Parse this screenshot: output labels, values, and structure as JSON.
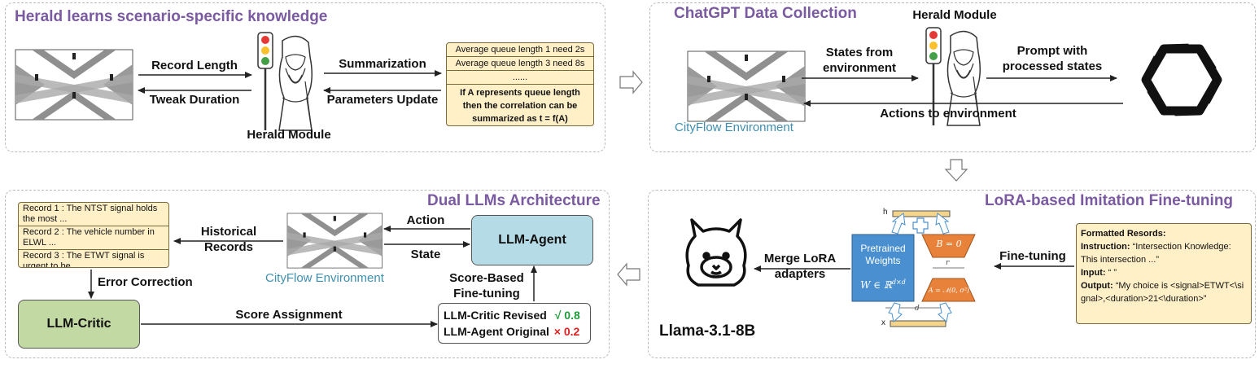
{
  "panel_herald": {
    "title": "Herald learns scenario-specific knowledge",
    "record_length": "Record Length",
    "tweak_duration": "Tweak Duration",
    "summarization": "Summarization",
    "parameters_update": "Parameters Update",
    "module_label": "Herald Module",
    "rules": [
      "Average queue length 1 need 2s",
      "Average queue length 3 need 8s",
      "......"
    ],
    "correlation": "If A represents queue length then the correlation can be summarized as t = f(A)"
  },
  "panel_chatgpt": {
    "title": "ChatGPT Data Collection",
    "module_label": "Herald Module",
    "states_from_env": "States from environment",
    "prompt": "Prompt with processed states",
    "actions": "Actions to environment",
    "env_label": "CityFlow Environment"
  },
  "panel_dual": {
    "title": "Dual LLMs Architecture",
    "records": [
      "Record 1 : The NTST signal holds the most ...",
      "Record 2 : The vehicle number in ELWL ...",
      "Record 3 : The ETWT signal is urgent to be..."
    ],
    "historical_records": "Historical Records",
    "action": "Action",
    "state": "State",
    "llm_agent": "LLM-Agent",
    "env_label": "CityFlow Environment",
    "error_correction": "Error Correction",
    "llm_critic": "LLM-Critic",
    "score_assignment": "Score Assignment",
    "score_based": "Score-Based Fine-tuning",
    "critic_revised": "LLM-Critic Revised",
    "critic_score": "√ 0.8",
    "agent_original": "LLM-Agent Original",
    "agent_score": "× 0.2"
  },
  "panel_lora": {
    "title": "LoRA-based Imitation Fine-tuning",
    "merge": "Merge LoRA adapters",
    "model_name": "Llama-3.1-8B",
    "pretrained": "Pretrained Weights",
    "weight_math": "W ∈ ℝ",
    "weight_sup": "d×d",
    "b_label": "B = 0",
    "a_label": "A = 𝒩(0, σ²)",
    "r_label": "r",
    "d_label": "d",
    "h_label": "h",
    "x_label": "x",
    "fine_tuning": "Fine-tuning",
    "fmt_title": "Formatted Resords:",
    "instruction_key": "Instruction:",
    "instruction_val": "“Intersection Knowledge: This intersection ...”",
    "input_key": "Input:",
    "input_val": "“ ”",
    "output_key": "Output:",
    "output_val": "“My choice is <signal>ETWT<\\signal>,<duration>21<\\duration>”"
  },
  "colors": {
    "title_purple": "#7a5aa0",
    "teal_text": "#3f8fb0",
    "record_fill": "#fff0c8",
    "agent_fill": "#b5dce6",
    "critic_fill": "#c3d9a3",
    "pretrained_fill": "#4a90d0",
    "lora_orange": "#e8823a",
    "h_bar": "#f5d58a",
    "score_green": "#1f9d3a",
    "score_red": "#e02020"
  }
}
